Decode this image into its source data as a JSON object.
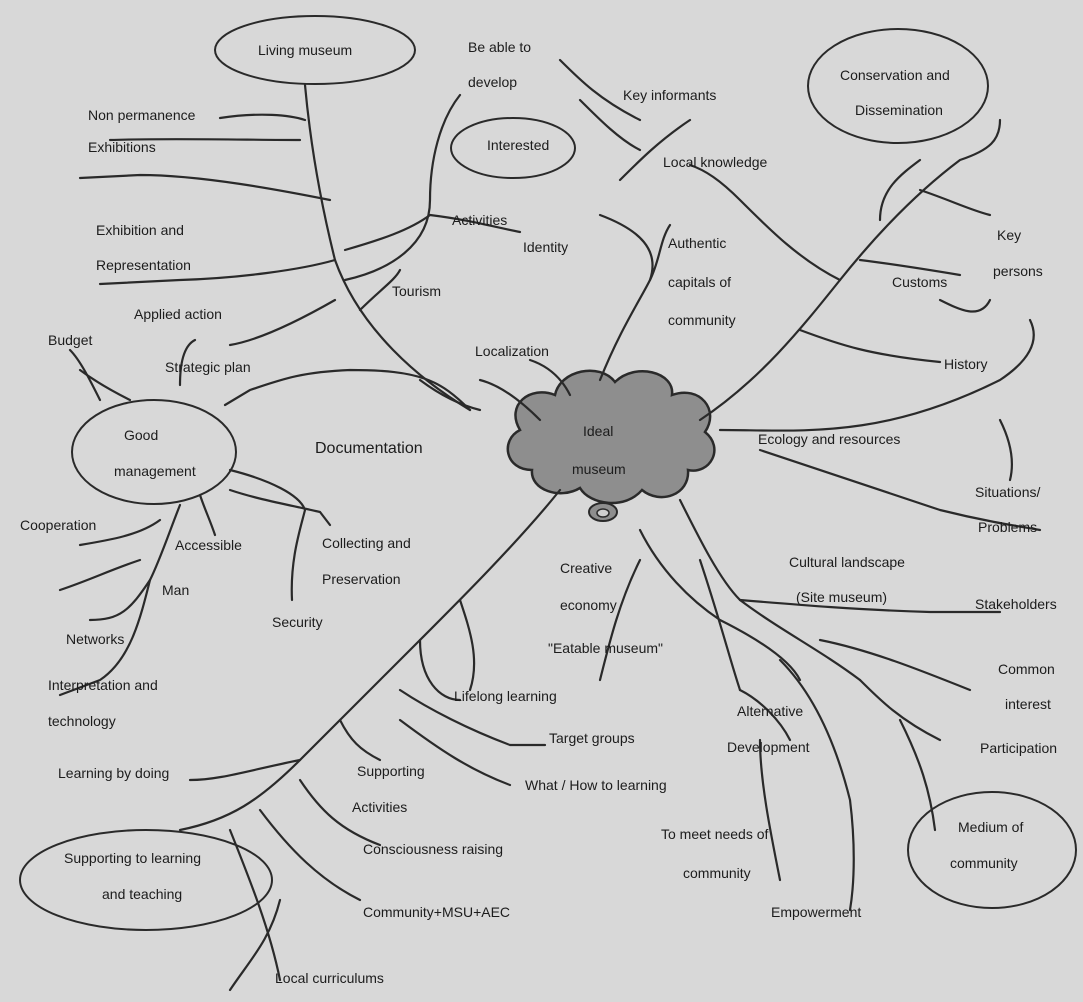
{
  "center": {
    "line1": "Ideal",
    "line2": "museum"
  },
  "nodes": {
    "living_museum": "Living museum",
    "be_able_1": "Be able to",
    "be_able_2": "develop",
    "key_informants": "Key informants",
    "conservation_1": "Conservation and",
    "conservation_2": "Dissemination",
    "non_permanence": "Non permanence",
    "exhibitions": "Exhibitions",
    "interested": "Interested",
    "local_knowledge": "Local knowledge",
    "exhibition_rep_1": "Exhibition and",
    "exhibition_rep_2": "Representation",
    "activities": "Activities",
    "identity": "Identity",
    "authentic_1": "Authentic",
    "authentic_2": "capitals of",
    "authentic_3": "community",
    "key_persons_1": "Key",
    "key_persons_2": "persons",
    "customs": "Customs",
    "tourism": "Tourism",
    "applied_action": "Applied action",
    "budget": "Budget",
    "strategic_plan": "Strategic plan",
    "localization": "Localization",
    "history": "History",
    "good_mgmt_1": "Good",
    "good_mgmt_2": "management",
    "documentation": "Documentation",
    "ecology": "Ecology and resources",
    "situations_1": "Situations/",
    "situations_2": "Problems",
    "cooperation": "Cooperation",
    "accessible": "Accessible",
    "collecting_1": "Collecting and",
    "collecting_2": "Preservation",
    "man": "Man",
    "creative_1": "Creative",
    "creative_2": "economy",
    "cultural_1": "Cultural landscape",
    "cultural_2": "(Site museum)",
    "stakeholders": "Stakeholders",
    "security": "Security",
    "networks": "Networks",
    "eatable": "\"Eatable museum\"",
    "interp_1": "Interpretation and",
    "interp_2": "technology",
    "common_1": "Common",
    "common_2": "interest",
    "lifelong": "Lifelong learning",
    "alternative_1": "Alternative",
    "alternative_2": "Development",
    "target_groups": "Target groups",
    "participation": "Participation",
    "learning_doing": "Learning by doing",
    "supporting_act_1": "Supporting",
    "supporting_act_2": "Activities",
    "what_how": "What / How to learning",
    "medium_1": "Medium of",
    "medium_2": "community",
    "to_meet_1": "To meet needs of",
    "to_meet_2": "community",
    "supporting_learn_1": "Supporting to learning",
    "supporting_learn_2": "and teaching",
    "consciousness": "Consciousness raising",
    "community_msu": "Community+MSU+AEC",
    "empowerment": "Empowerment",
    "local_curriculums": "Local curriculums"
  }
}
